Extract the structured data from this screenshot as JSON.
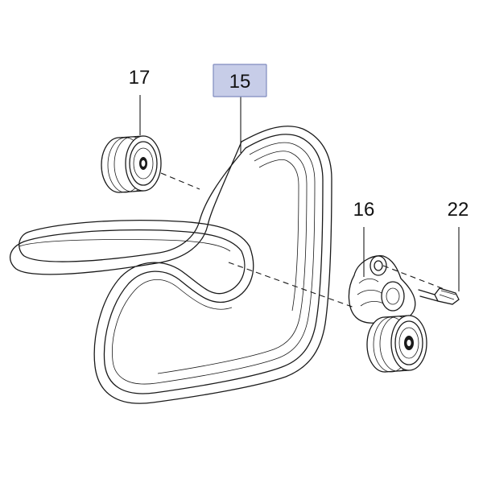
{
  "callouts": {
    "belt": "15",
    "idler_pulley": "17",
    "tensioner": "16",
    "bolt": "22"
  },
  "colors": {
    "highlight_fill": "#c7cde8",
    "highlight_border": "#7f8bbf",
    "line": "#1a1a1a"
  }
}
